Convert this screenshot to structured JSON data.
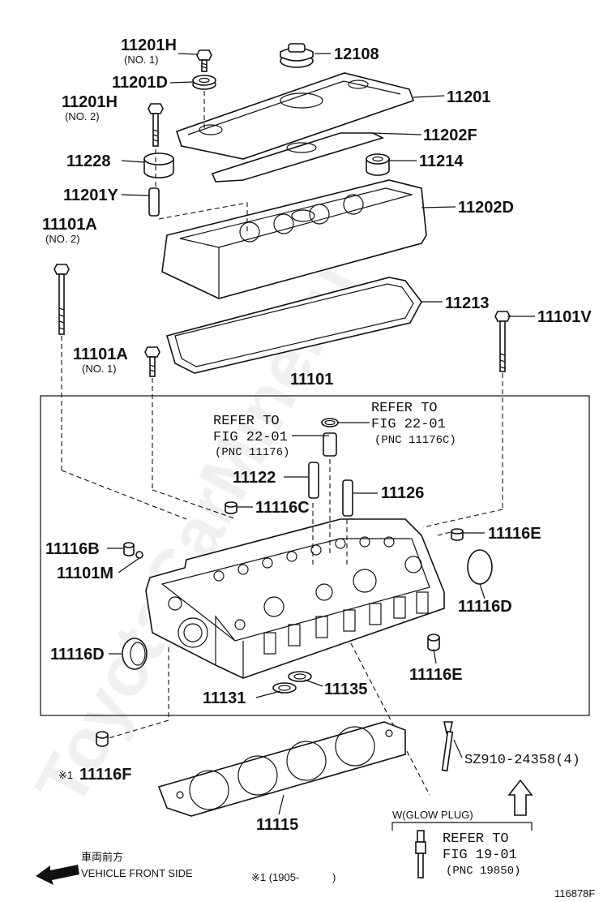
{
  "watermark": "ToyotaCarMine.ru",
  "figure_code": "116878F",
  "labels": {
    "l11201H_1": "11201H",
    "l11201H_1_sub": "(NO. 1)",
    "l12108": "12108",
    "l11201D": "11201D",
    "l11201": "11201",
    "l11201H_2": "11201H",
    "l11201H_2_sub": "(NO. 2)",
    "l11202F": "11202F",
    "l11228": "11228",
    "l11214": "11214",
    "l11201Y": "11201Y",
    "l11202D": "11202D",
    "l11101A_2": "11101A",
    "l11101A_2_sub": "(NO. 2)",
    "l11213": "11213",
    "l11101V": "11101V",
    "l11101A_1": "11101A",
    "l11101A_1_sub": "(NO. 1)",
    "l11101": "11101",
    "l11122": "11122",
    "l11126": "11126",
    "l11116C": "11116C",
    "l11116B": "11116B",
    "l11116E_top": "11116E",
    "l11101M": "11101M",
    "l11116D_right": "11116D",
    "l11116D_left": "11116D",
    "l11116E_bottom": "11116E",
    "l11131": "11131",
    "l11135": "11135",
    "l11116F": "11116F",
    "l11116F_mark": "※1",
    "lSZ910": "SZ910-24358(4)",
    "l11115": "11115"
  },
  "refs": {
    "ref1_line1": "REFER TO",
    "ref1_line2": "FIG 22-01",
    "ref1_pnc": "(PNC 11176)",
    "ref2_line1": "REFER TO",
    "ref2_line2": "FIG 22-01",
    "ref2_pnc": "(PNC 11176C)",
    "glow_title": "W(GLOW PLUG)",
    "ref3_line1": "REFER TO",
    "ref3_line2": "FIG 19-01",
    "ref3_pnc": "(PNC 19850)"
  },
  "footer": {
    "front_jp": "車両前方",
    "front_en": "VEHICLE FRONT SIDE",
    "note": "※1 (1905-",
    "note_close": ")"
  }
}
